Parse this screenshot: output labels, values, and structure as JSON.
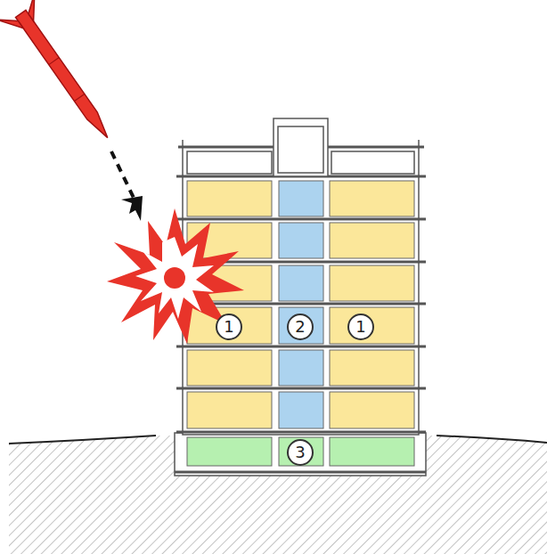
{
  "diagram": {
    "nodes": [
      {
        "text": [
          "1"
        ]
      },
      {
        "text": [
          "2"
        ]
      },
      {
        "text": [
          "1"
        ]
      },
      {
        "text": [
          "3"
        ]
      }
    ]
  }
}
